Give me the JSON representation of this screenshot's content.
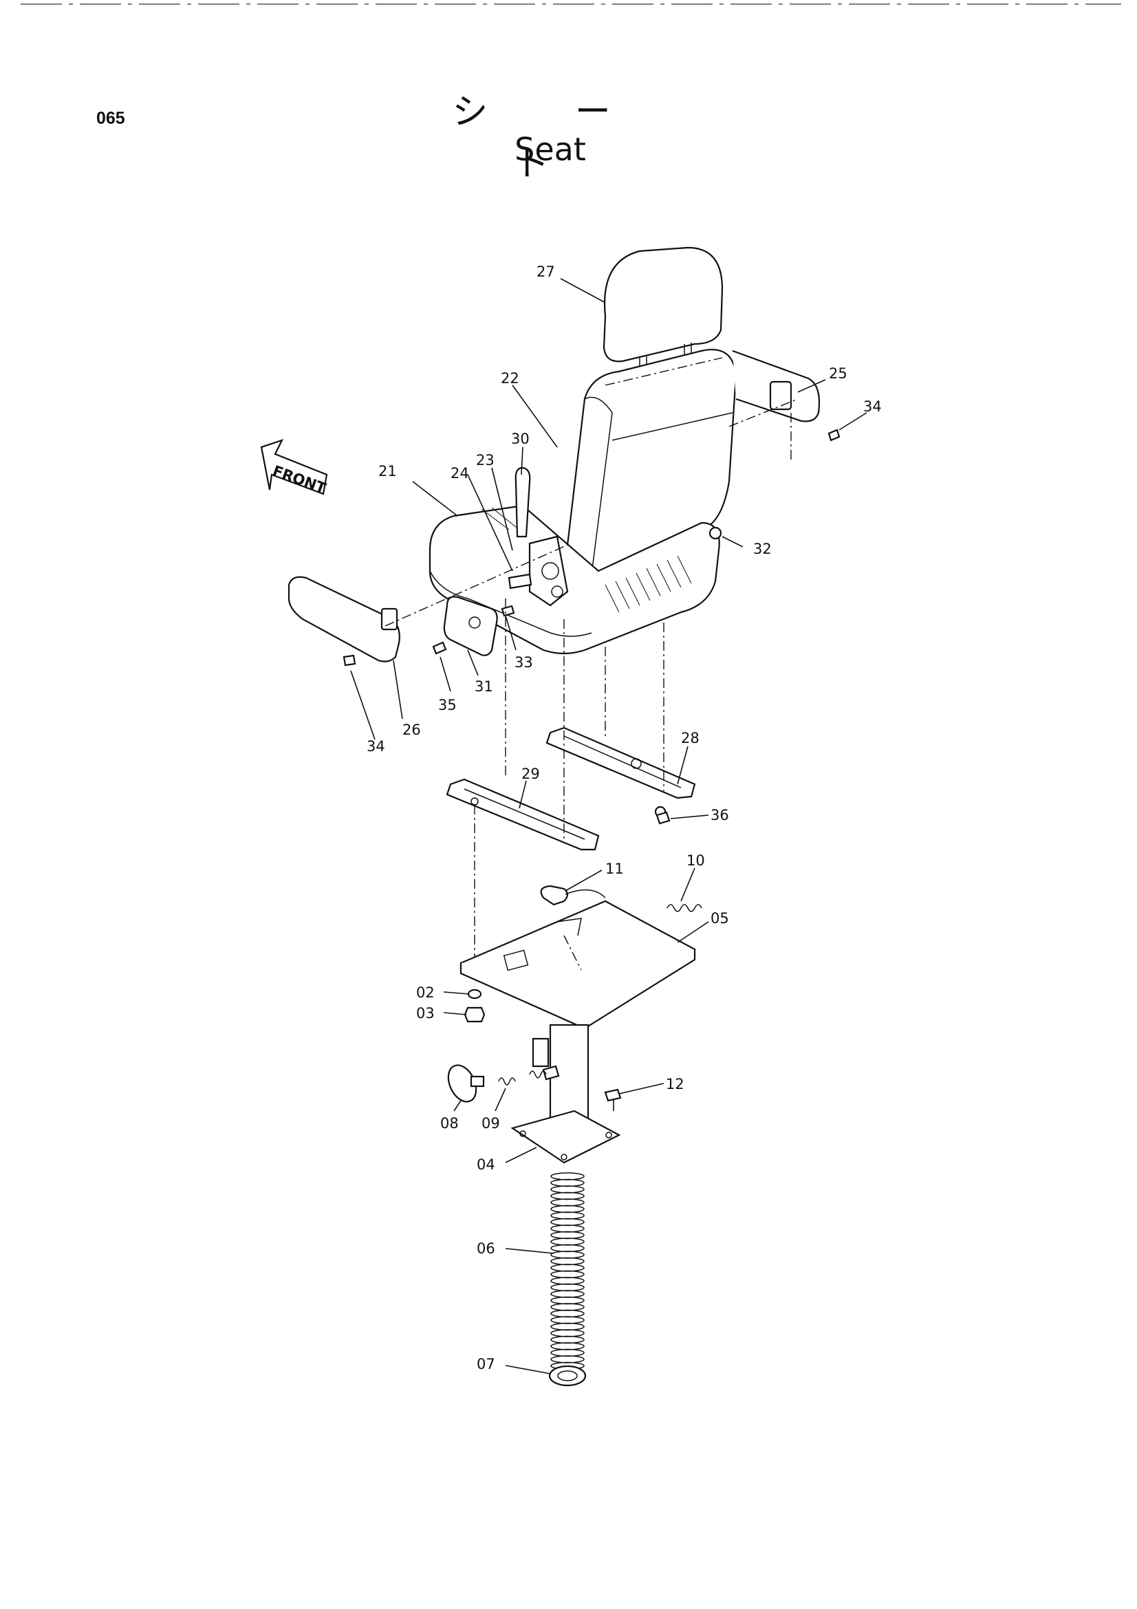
{
  "header": {
    "page_number": "065",
    "title_japanese": "シ ー ト",
    "title_english": "Seat"
  },
  "direction_marker": {
    "label": "FRONT",
    "icon": "front-arrow-icon"
  },
  "callouts": [
    "27",
    "22",
    "25",
    "34",
    "30",
    "23",
    "24",
    "21",
    "32",
    "33",
    "31",
    "35",
    "26",
    "34",
    "28",
    "29",
    "36",
    "11",
    "10",
    "05",
    "02",
    "03",
    "12",
    "08",
    "09",
    "04",
    "06",
    "07"
  ]
}
